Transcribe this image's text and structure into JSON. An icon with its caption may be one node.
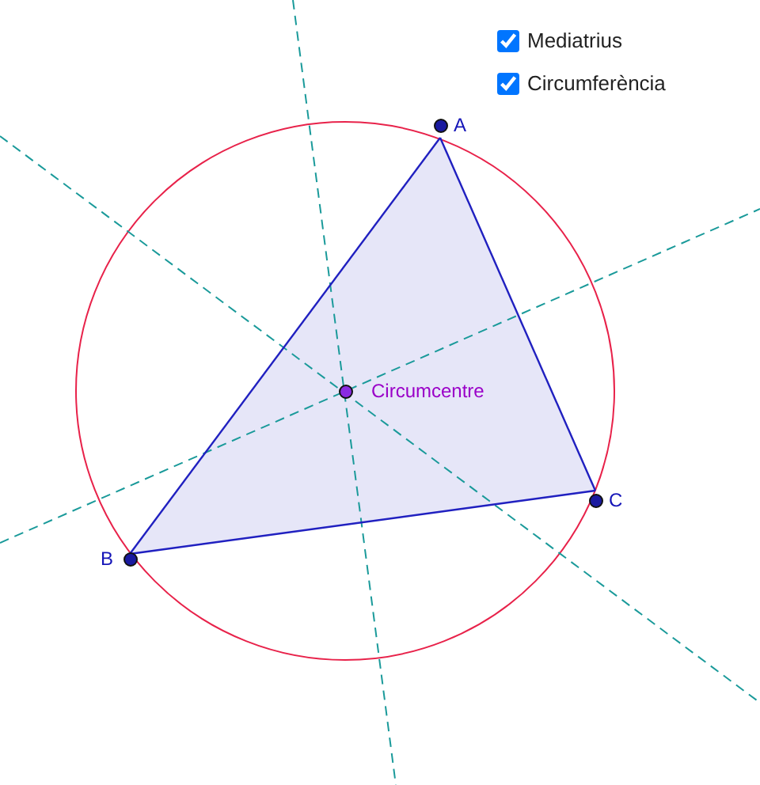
{
  "diagram": {
    "nodes": [
      {
        "text": [
          "A"
        ]
      },
      {
        "text": [
          "B"
        ]
      },
      {
        "text": [
          "C"
        ]
      },
      {
        "text": [
          "Circumcentre"
        ]
      }
    ],
    "edges": [
      {
        "from": 0,
        "to": 1,
        "arrow": "none"
      },
      {
        "from": 1,
        "to": 2,
        "arrow": "none"
      },
      {
        "from": 2,
        "to": 0,
        "arrow": "none"
      }
    ],
    "labels": [
      "Mediatrius",
      "Circumferència"
    ]
  }
}
